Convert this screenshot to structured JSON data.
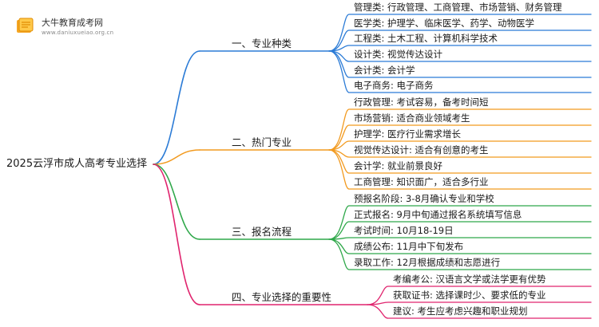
{
  "logo": {
    "name": "大牛教育成考网",
    "url": "www.daniuxueiao.org.cn"
  },
  "root": "2025云浮市成人高考专业选择",
  "branches": [
    {
      "label": "一、专业种类",
      "color": "#2b7bd6",
      "items": [
        "管理类: 行政管理、工商管理、市场营销、财务管理",
        "医学类: 护理学、临床医学、药学、动物医学",
        "工程类: 土木工程、计算机科学技术",
        "设计类: 视觉传达设计",
        "会计类: 会计学",
        "电子商务: 电子商务"
      ]
    },
    {
      "label": "二、热门专业",
      "color": "#f29a1f",
      "items": [
        "行政管理: 考试容易，备考时间短",
        "市场营销: 适合商业领域考生",
        "护理学: 医疗行业需求增长",
        "视觉传达设计: 适合有创意的考生",
        "会计学: 就业前景良好",
        "工商管理: 知识面广，适合多行业"
      ]
    },
    {
      "label": "三、报名流程",
      "color": "#2fa84a",
      "items": [
        "预报名阶段: 3-8月确认专业和学校",
        "正式报名: 9月中旬通过报名系统填写信息",
        "考试时间: 10月18-19日",
        "成绩公布: 11月中下旬发布",
        "录取工作: 12月根据成绩和志愿进行"
      ]
    },
    {
      "label": "四、专业选择的重要性",
      "color": "#e0246e",
      "items": [
        "考编考公: 汉语言文学或法学更有优势",
        "获取证书: 选择课时少、要求低的专业",
        "建议: 考生应考虑兴趣和职业规划"
      ]
    }
  ]
}
